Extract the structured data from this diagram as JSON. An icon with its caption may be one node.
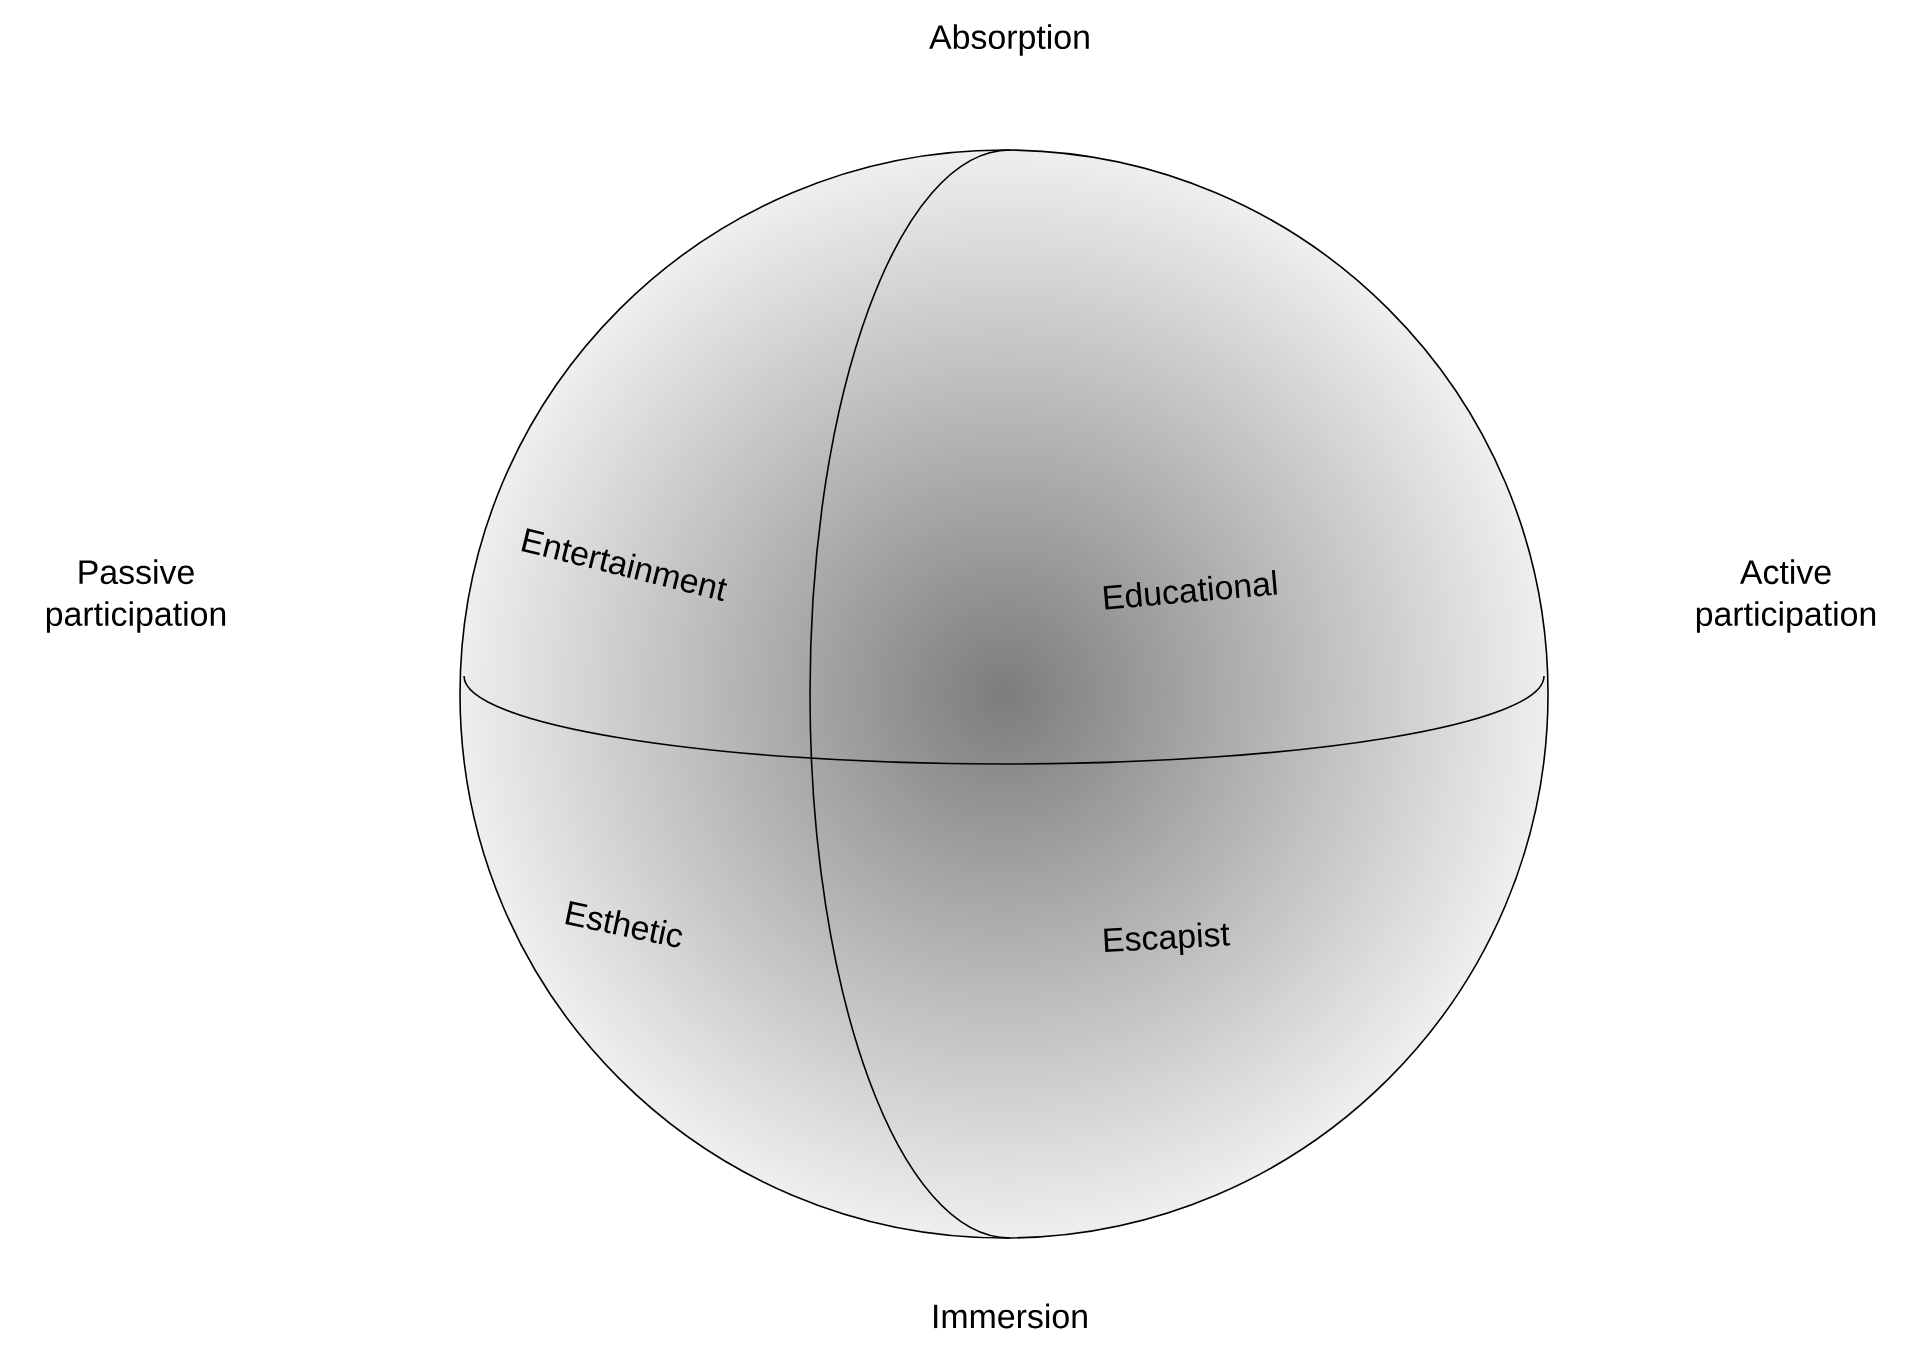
{
  "diagram": {
    "nodes": [
      {
        "text": [],
        "shape": "circle"
      },
      {
        "text": [
          "Entertainment"
        ],
        "in": 0
      },
      {
        "text": [
          "Educational"
        ],
        "in": 0
      },
      {
        "text": [
          "Esthetic"
        ],
        "in": 0
      },
      {
        "text": [
          "Escapist"
        ],
        "in": 0
      }
    ],
    "labels": [
      "Absorption",
      "Passive participation",
      "Active participation",
      "Immersion"
    ]
  }
}
